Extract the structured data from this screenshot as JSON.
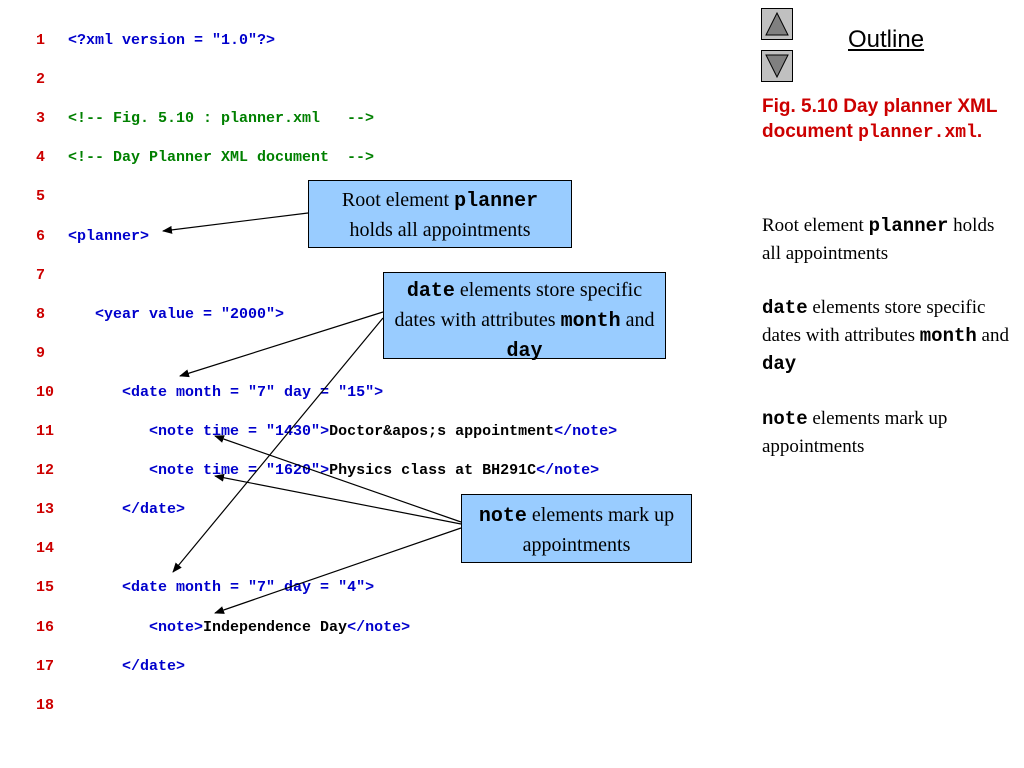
{
  "code_lines": [
    {
      "num": "1",
      "parts": [
        {
          "t": "<?xml version = ",
          "c": "tag"
        },
        {
          "t": "\"1.0\"",
          "c": "val"
        },
        {
          "t": "?>",
          "c": "tag"
        }
      ]
    },
    {
      "num": "2",
      "parts": []
    },
    {
      "num": "3",
      "parts": [
        {
          "t": "<!-- Fig. 5.10 : planner.xml   -->",
          "c": "cm"
        }
      ]
    },
    {
      "num": "4",
      "parts": [
        {
          "t": "<!-- Day Planner XML document  -->",
          "c": "cm"
        }
      ]
    },
    {
      "num": "5",
      "parts": []
    },
    {
      "num": "6",
      "parts": [
        {
          "t": "<planner>",
          "c": "tag"
        }
      ]
    },
    {
      "num": "7",
      "parts": []
    },
    {
      "num": "8",
      "parts": [
        {
          "t": "   <year value = ",
          "c": "tag"
        },
        {
          "t": "\"2000\"",
          "c": "val"
        },
        {
          "t": ">",
          "c": "tag"
        }
      ]
    },
    {
      "num": "9",
      "parts": []
    },
    {
      "num": "10",
      "parts": [
        {
          "t": "      <date month = ",
          "c": "tag"
        },
        {
          "t": "\"7\"",
          "c": "val"
        },
        {
          "t": " day = ",
          "c": "tag"
        },
        {
          "t": "\"15\"",
          "c": "val"
        },
        {
          "t": ">",
          "c": "tag"
        }
      ]
    },
    {
      "num": "11",
      "parts": [
        {
          "t": "         <note time = ",
          "c": "tag"
        },
        {
          "t": "\"1430\"",
          "c": "val"
        },
        {
          "t": ">",
          "c": "tag"
        },
        {
          "t": "Doctor&apos;s appointment",
          "c": "plain"
        },
        {
          "t": "</note>",
          "c": "tag"
        }
      ]
    },
    {
      "num": "12",
      "parts": [
        {
          "t": "         <note time = ",
          "c": "tag"
        },
        {
          "t": "\"1620\"",
          "c": "val"
        },
        {
          "t": ">",
          "c": "tag"
        },
        {
          "t": "Physics class at BH291C",
          "c": "plain"
        },
        {
          "t": "</note>",
          "c": "tag"
        }
      ]
    },
    {
      "num": "13",
      "parts": [
        {
          "t": "      </date>",
          "c": "tag"
        }
      ]
    },
    {
      "num": "14",
      "parts": []
    },
    {
      "num": "15",
      "parts": [
        {
          "t": "      <date month = ",
          "c": "tag"
        },
        {
          "t": "\"7\"",
          "c": "val"
        },
        {
          "t": " day = ",
          "c": "tag"
        },
        {
          "t": "\"4\"",
          "c": "val"
        },
        {
          "t": ">",
          "c": "tag"
        }
      ]
    },
    {
      "num": "16",
      "parts": [
        {
          "t": "         <note>",
          "c": "tag"
        },
        {
          "t": "Independence Day",
          "c": "plain"
        },
        {
          "t": "</note>",
          "c": "tag"
        }
      ]
    },
    {
      "num": "17",
      "parts": [
        {
          "t": "      </date>",
          "c": "tag"
        }
      ]
    },
    {
      "num": "18",
      "parts": []
    }
  ],
  "callouts": {
    "planner": {
      "pre": "Root element ",
      "code": "planner",
      "post": " holds all appointments"
    },
    "date": {
      "code": "date",
      "text1": " elements store specific dates with attributes ",
      "code2": "month",
      "mid": " and ",
      "code3": "day"
    },
    "note": {
      "code": "note",
      "text1": " elements mark up appointments"
    }
  },
  "sidebar": {
    "outline_label": "Outline",
    "caption_text": "Fig. 5.10  Day planner XML document ",
    "caption_code": "planner.xml",
    "caption_end": ".",
    "note1_pre": "Root element ",
    "note1_code": "planner",
    "note1_post": " holds all appointments",
    "note2_code": "date",
    "note2_text": " elements store specific dates with attributes ",
    "note2_code2": "month",
    "note2_mid": " and ",
    "note2_code3": "day",
    "note3_code": "note",
    "note3_text": " elements mark up appointments"
  },
  "colors": {
    "line_number": "#cc0000",
    "tag": "#0000cc",
    "comment": "#008000",
    "callout_fill": "#99ccff",
    "caption": "#cc0000"
  },
  "icons": {
    "up": "triangle-up-icon",
    "down": "triangle-down-icon"
  }
}
